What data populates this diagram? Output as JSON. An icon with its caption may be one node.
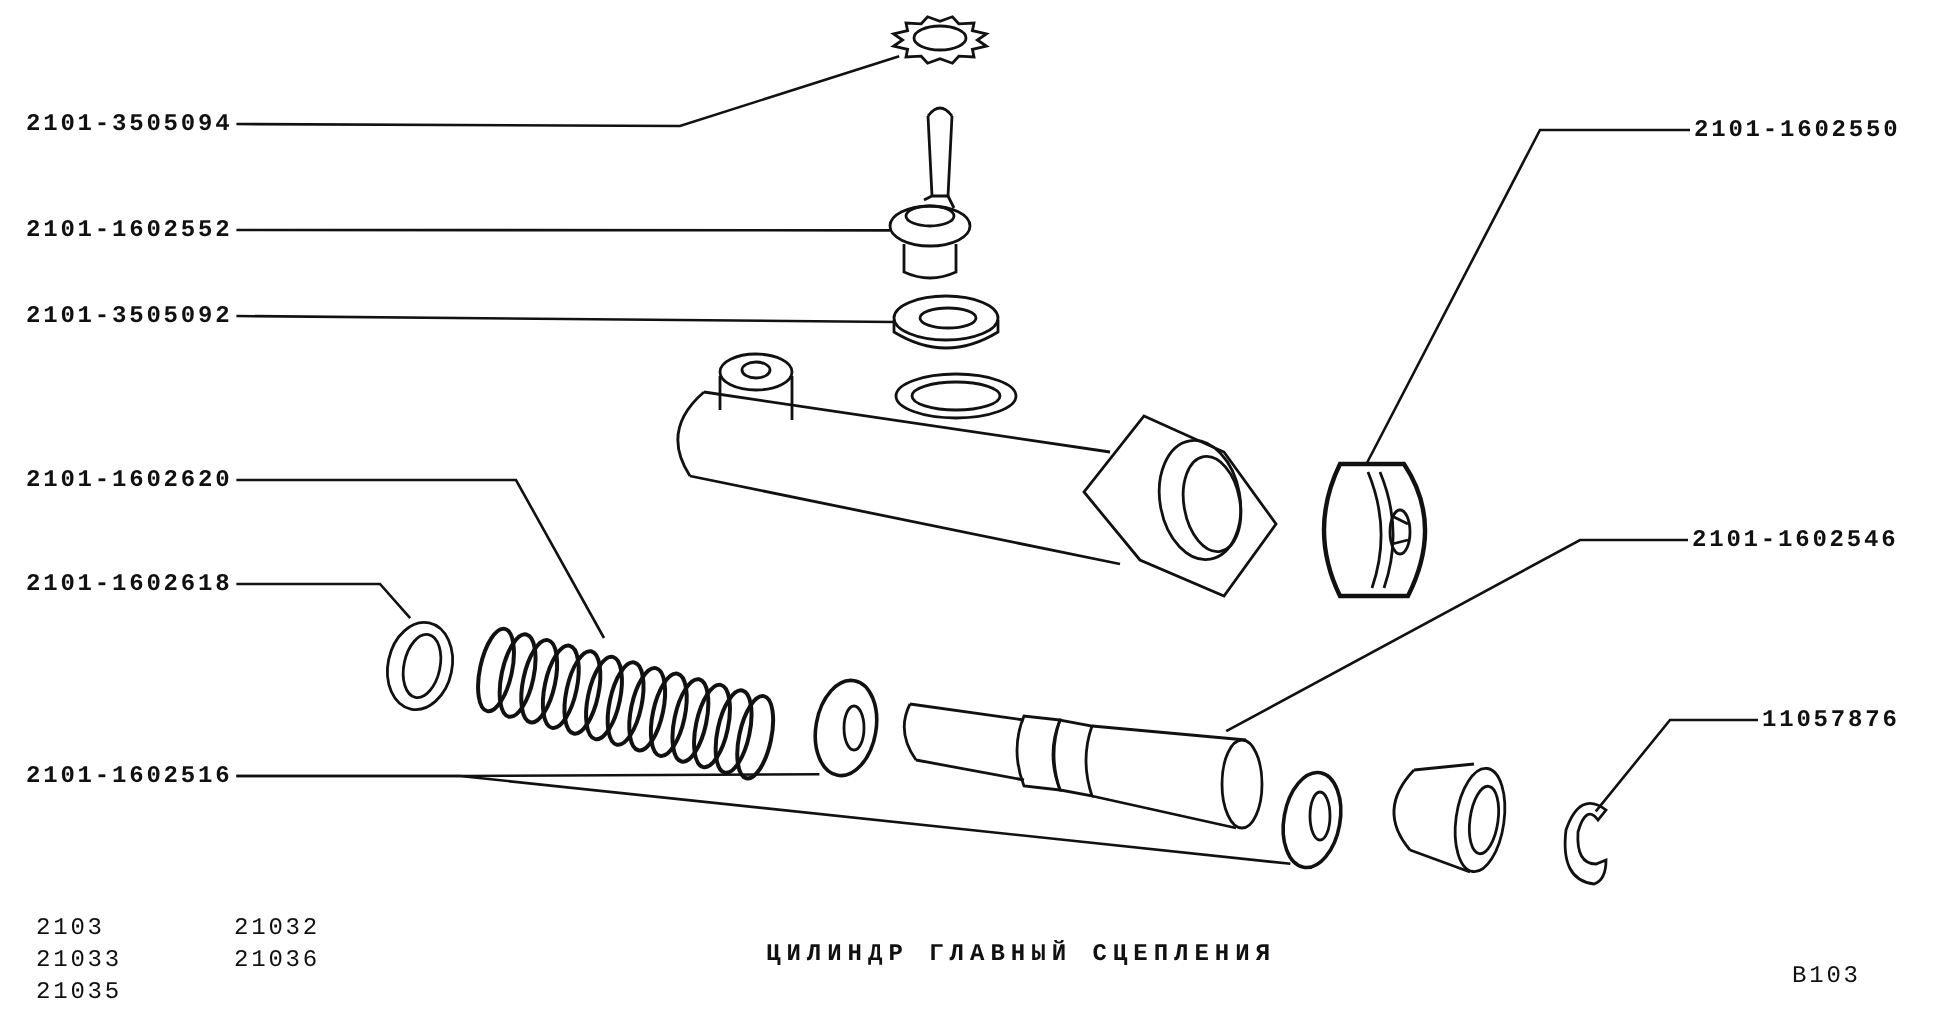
{
  "diagram": {
    "caption": "ЦИЛИНДР ГЛАВНЫЙ СЦЕПЛЕНИЯ",
    "nodes": [
      {
        "text": [
          "2101-3505094"
        ]
      },
      {
        "text": [],
        "shape": "picture"
      },
      {
        "text": [
          "2101-1602552"
        ]
      },
      {
        "text": [],
        "shape": "picture"
      },
      {
        "text": [
          "2101-3505092"
        ]
      },
      {
        "text": [],
        "shape": "picture"
      },
      {
        "text": [
          "2101-1602550"
        ]
      },
      {
        "text": [],
        "shape": "picture"
      },
      {
        "text": [
          "2101-1602620"
        ]
      },
      {
        "text": [],
        "shape": "picture"
      },
      {
        "text": [
          "2101-1602546"
        ]
      },
      {
        "text": [],
        "shape": "picture"
      },
      {
        "text": [
          "2101-1602618"
        ]
      },
      {
        "text": [],
        "shape": "picture"
      },
      {
        "text": [
          "11057876"
        ]
      },
      {
        "text": [],
        "shape": "picture"
      },
      {
        "text": [
          "2101-1602516"
        ]
      },
      {
        "text": [],
        "shape": "picture"
      },
      {
        "text": [],
        "shape": "picture"
      }
    ],
    "edges": [
      {
        "from": 0,
        "to": 1,
        "arrow": "none"
      },
      {
        "from": 2,
        "to": 3,
        "arrow": "none"
      },
      {
        "from": 4,
        "to": 5,
        "arrow": "none"
      },
      {
        "from": 6,
        "to": 7,
        "arrow": "none"
      },
      {
        "from": 8,
        "to": 9,
        "arrow": "none"
      },
      {
        "from": 10,
        "to": 11,
        "arrow": "none"
      },
      {
        "from": 12,
        "to": 13,
        "arrow": "none"
      },
      {
        "from": 14,
        "to": 15,
        "arrow": "none"
      },
      {
        "from": 16,
        "to": 17,
        "arrow": "none"
      },
      {
        "from": 16,
        "to": 18,
        "arrow": "none"
      }
    ],
    "labels": [
      "2103",
      "21032",
      "21033",
      "21036",
      "21035",
      "В103"
    ]
  }
}
